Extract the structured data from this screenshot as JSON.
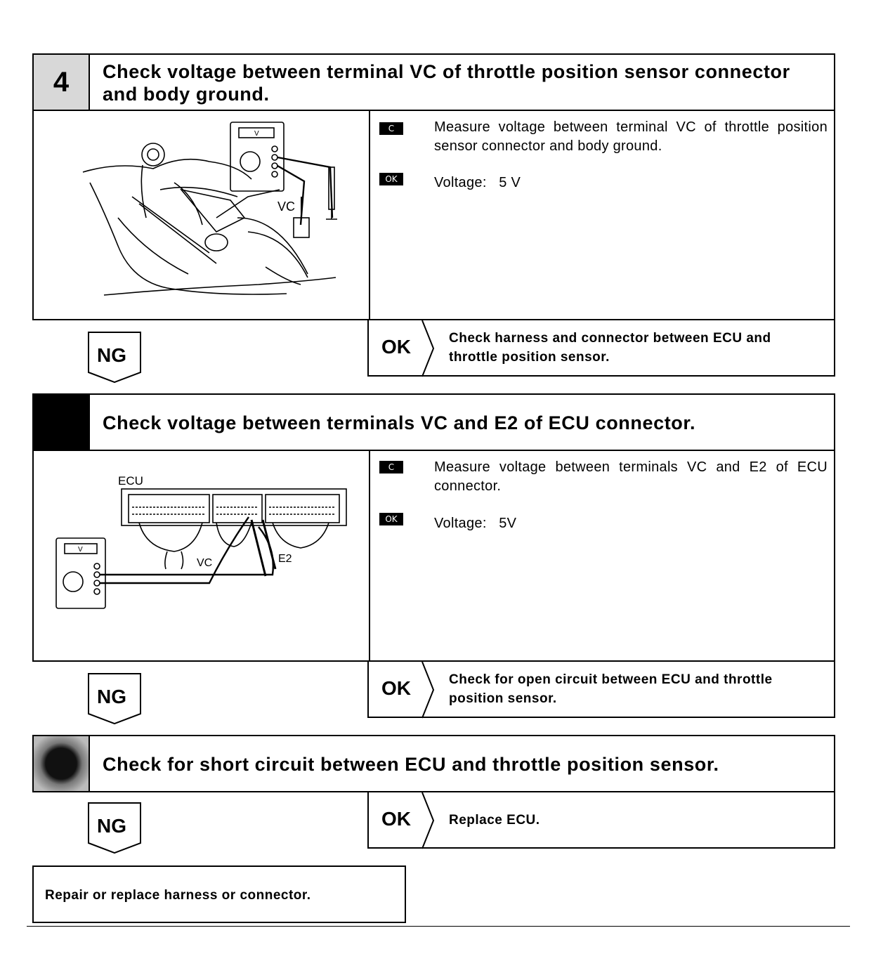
{
  "step4": {
    "number": "4",
    "title": "Check voltage between terminal VC of throttle position sensor connector and body ground.",
    "check_tag": "C",
    "check_text": "Measure voltage between terminal VC of throttle position sensor connector and body ground.",
    "ok_tag": "OK",
    "ok_text": "Voltage:   5 V",
    "figure_label_vc": "VC",
    "meter_label": "V",
    "ng_label": "NG",
    "ok_branch_label": "OK",
    "ok_branch_text": "Check harness and connector between ECU and throttle position sensor."
  },
  "step5": {
    "title": "Check voltage between terminals VC and E2 of ECU connector.",
    "check_tag": "C",
    "check_text": "Measure voltage between terminals VC and E2 of ECU connector.",
    "ok_tag": "OK",
    "ok_text": "Voltage:   5V",
    "figure_label_ecu": "ECU",
    "figure_label_vc": "VC",
    "figure_label_e2": "E2",
    "meter_label": "V",
    "ng_label": "NG",
    "ok_branch_label": "OK",
    "ok_branch_text": "Check for open circuit between ECU and throttle position sensor."
  },
  "step6": {
    "title": "Check for short circuit between ECU and throttle position sensor.",
    "ng_label": "NG",
    "ok_branch_label": "OK",
    "ok_branch_text": "Replace ECU."
  },
  "final": {
    "text": "Repair or replace harness or connector."
  }
}
